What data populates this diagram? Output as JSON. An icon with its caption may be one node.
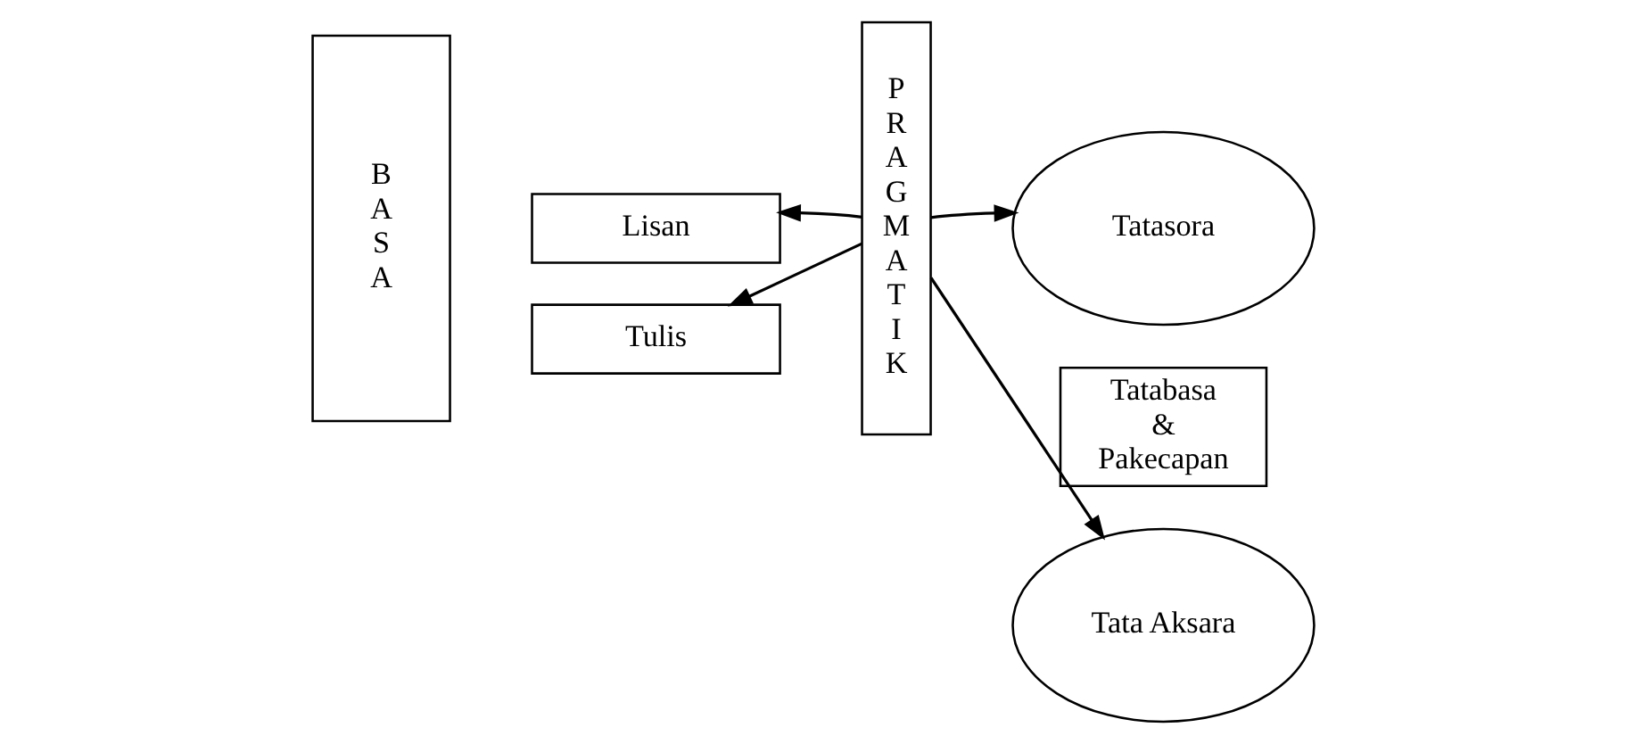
{
  "diagram": {
    "nodes": [
      {
        "text": [
          "B A S A"
        ]
      },
      {
        "text": [
          "Lisan"
        ]
      },
      {
        "text": [
          "Tulis"
        ]
      },
      {
        "text": [
          "P R A G M A T I K"
        ]
      },
      {
        "text": [
          "Tatasora"
        ]
      },
      {
        "text": [
          "Tatabasa & Pakecapan"
        ]
      },
      {
        "text": [
          "Tata Aksara"
        ]
      }
    ],
    "edges": [
      {
        "from": 3,
        "to": 1,
        "arrow": "to"
      },
      {
        "from": 3,
        "to": 2,
        "arrow": "to"
      },
      {
        "from": 3,
        "to": 4,
        "arrow": "to"
      },
      {
        "from": 3,
        "to": 6,
        "arrow": "to"
      }
    ]
  }
}
